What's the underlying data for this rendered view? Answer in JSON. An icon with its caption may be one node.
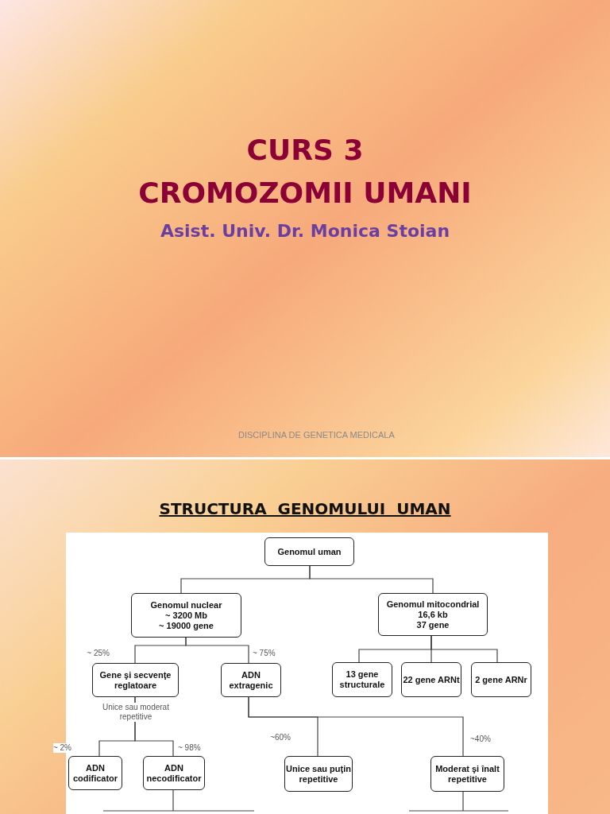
{
  "diagram": {
    "title": "STRUCTURA  GENOMULUI  UMAN",
    "nodes": [
      {
        "text": [
          "Genomul uman"
        ]
      },
      {
        "text": [
          "Genomul nuclear",
          "~ 3200 Mb",
          "~ 19000 gene"
        ]
      },
      {
        "text": [
          "Genomul mitocondrial",
          "16,6 kb",
          "37 gene"
        ]
      },
      {
        "text": [
          "Gene şi secvenţe reglatoare"
        ]
      },
      {
        "text": [
          "ADN extragenic"
        ]
      },
      {
        "text": [
          "13 gene structurale"
        ]
      },
      {
        "text": [
          "22 gene ARNt"
        ]
      },
      {
        "text": [
          "2 gene ARNr"
        ]
      },
      {
        "text": [
          "ADN codificator"
        ]
      },
      {
        "text": [
          "ADN necodificator"
        ]
      },
      {
        "text": [
          "Unice sau puţin repetitive"
        ]
      },
      {
        "text": [
          "Moderat şi înalt repetitive"
        ]
      }
    ],
    "edges": [
      {
        "from": 0,
        "to": 1,
        "arrow": "none"
      },
      {
        "from": 0,
        "to": 2,
        "arrow": "none"
      },
      {
        "from": 1,
        "to": 3,
        "arrow": "none",
        "label": "~ 25%"
      },
      {
        "from": 1,
        "to": 4,
        "arrow": "none",
        "label": "~ 75%"
      },
      {
        "from": 2,
        "to": 5,
        "arrow": "none"
      },
      {
        "from": 2,
        "to": 6,
        "arrow": "none"
      },
      {
        "from": 2,
        "to": 7,
        "arrow": "none"
      },
      {
        "from": 3,
        "to": 8,
        "arrow": "none",
        "label": "~ 2%"
      },
      {
        "from": 3,
        "to": 9,
        "arrow": "none",
        "label": "~ 98%"
      },
      {
        "from": 4,
        "to": 10,
        "arrow": "none",
        "label": "~60%"
      },
      {
        "from": 4,
        "to": 11,
        "arrow": "none",
        "label": "~40%"
      },
      {
        "from": 9,
        "to": null,
        "arrow": "none"
      },
      {
        "from": 11,
        "to": null,
        "arrow": "none"
      }
    ],
    "labels": [
      "CURS 3",
      "CROMOZOMII UMANI",
      "Asist. Univ. Dr. Monica Stoian",
      "DISCIPLINA DE GENETICA MEDICALA",
      "Unice sau moderat repetitive"
    ]
  }
}
